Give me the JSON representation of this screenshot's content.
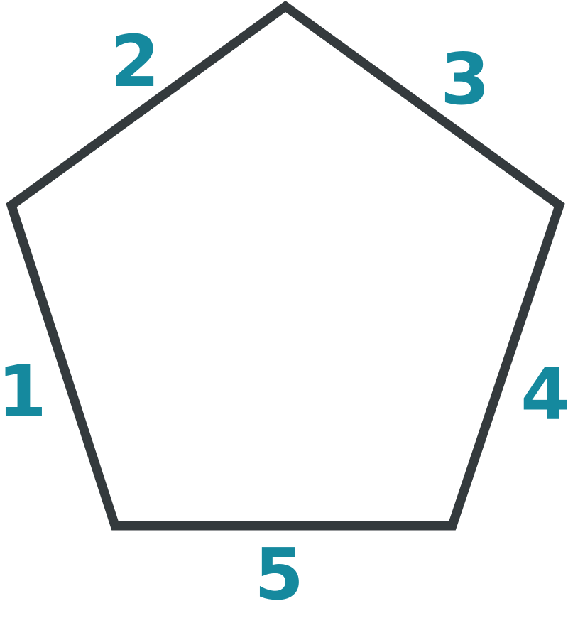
{
  "colors": {
    "background": "#ffffff",
    "outline": "#343a3d",
    "label": "#15899e"
  },
  "shape": {
    "kind": "pentagon",
    "side_count": 5
  },
  "labels": {
    "side_1": "1",
    "side_2": "2",
    "side_3": "3",
    "side_4": "4",
    "side_5": "5"
  }
}
